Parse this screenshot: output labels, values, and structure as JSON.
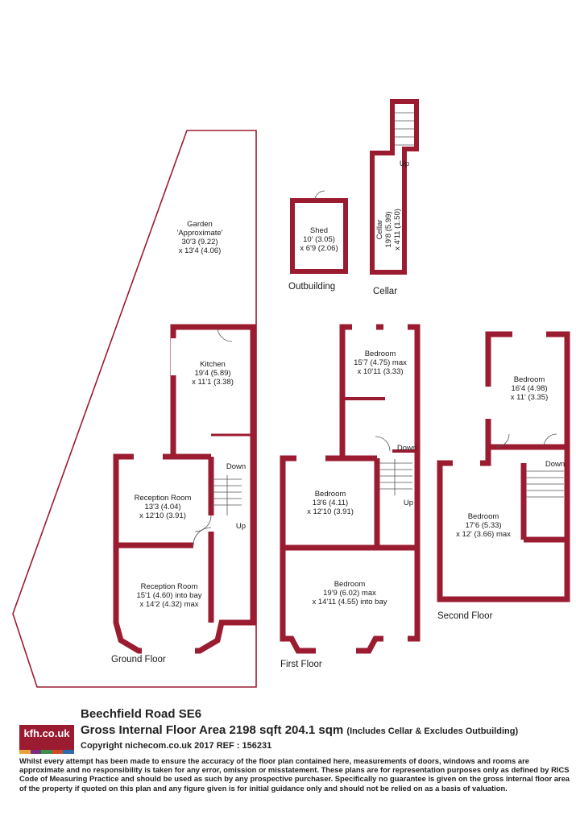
{
  "plan": {
    "wall_color": "#9b1b30",
    "rooms": {
      "garden": {
        "name": "Garden",
        "note": "'Approximate'",
        "dim1": "30'3 (9.22)",
        "dim2": "x 13'4 (4.06)"
      },
      "shed": {
        "name": "Shed",
        "dim1": "10' (3.05)",
        "dim2": "x 6'9 (2.06)"
      },
      "cellar": {
        "name": "Cellar",
        "dim1": "19'8 (5.99)",
        "dim2": "x 4'11 (1.50)",
        "stair": "Up"
      },
      "kitchen": {
        "name": "Kitchen",
        "dim1": "19'4 (5.89)",
        "dim2": "x 11'1 (3.38)"
      },
      "reception1": {
        "name": "Reception Room",
        "dim1": "13'3 (4.04)",
        "dim2": "x 12'10 (3.91)"
      },
      "reception2": {
        "name": "Reception Room",
        "dim1": "15'1 (4.60) into bay",
        "dim2": "x 14'2 (4.32) max"
      },
      "ff_bed_rear": {
        "name": "Bedroom",
        "dim1": "15'7 (4.75) max",
        "dim2": "x 10'11 (3.33)"
      },
      "ff_bed_mid": {
        "name": "Bedroom",
        "dim1": "13'6 (4.11)",
        "dim2": "x 12'10 (3.91)"
      },
      "ff_bed_front": {
        "name": "Bedroom",
        "dim1": "19'9 (6.02) max",
        "dim2": "x 14'11 (4.55) into bay"
      },
      "sf_bed_rear": {
        "name": "Bedroom",
        "dim1": "16'4 (4.98)",
        "dim2": "x 11' (3.35)"
      },
      "sf_bed_front": {
        "name": "Bedroom",
        "dim1": "17'6 (5.33)",
        "dim2": "x 12' (3.66) max"
      }
    },
    "stairs": {
      "down": "Down",
      "up": "Up"
    },
    "floor_labels": {
      "outbuilding": "Outbuilding",
      "cellar": "Cellar",
      "ground": "Ground Floor",
      "first": "First Floor",
      "second": "Second Floor"
    }
  },
  "footer": {
    "logo_text": "kfh.co.uk",
    "logo_colors": [
      "#e8a33a",
      "#7a2d82",
      "#3a8f4a",
      "#d04a2a",
      "#2d6bb0"
    ],
    "address": "Beechfield Road  SE6",
    "area": "Gross Internal Floor Area 2198 sqft 204.1 sqm",
    "area_note": "(Includes Cellar & Excludes Outbuilding)",
    "copyright": "Copyright nichecom.co.uk 2017 REF : 156231",
    "disclaimer": "Whilst every attempt has been made to ensure the accuracy of the floor plan contained here, measurements of doors, windows and rooms are approximate and no responsibility is taken for any error, omission or misstatement.  These plans are for representation purposes only as defined by RICS Code of Measuring Practice and should be used as such by any prospective purchaser.  Specifically no guarantee is given on the gross internal floor area of the property if quoted on this plan and any figure given is for initial guidance only and should not be relied on as a basis of valuation."
  }
}
